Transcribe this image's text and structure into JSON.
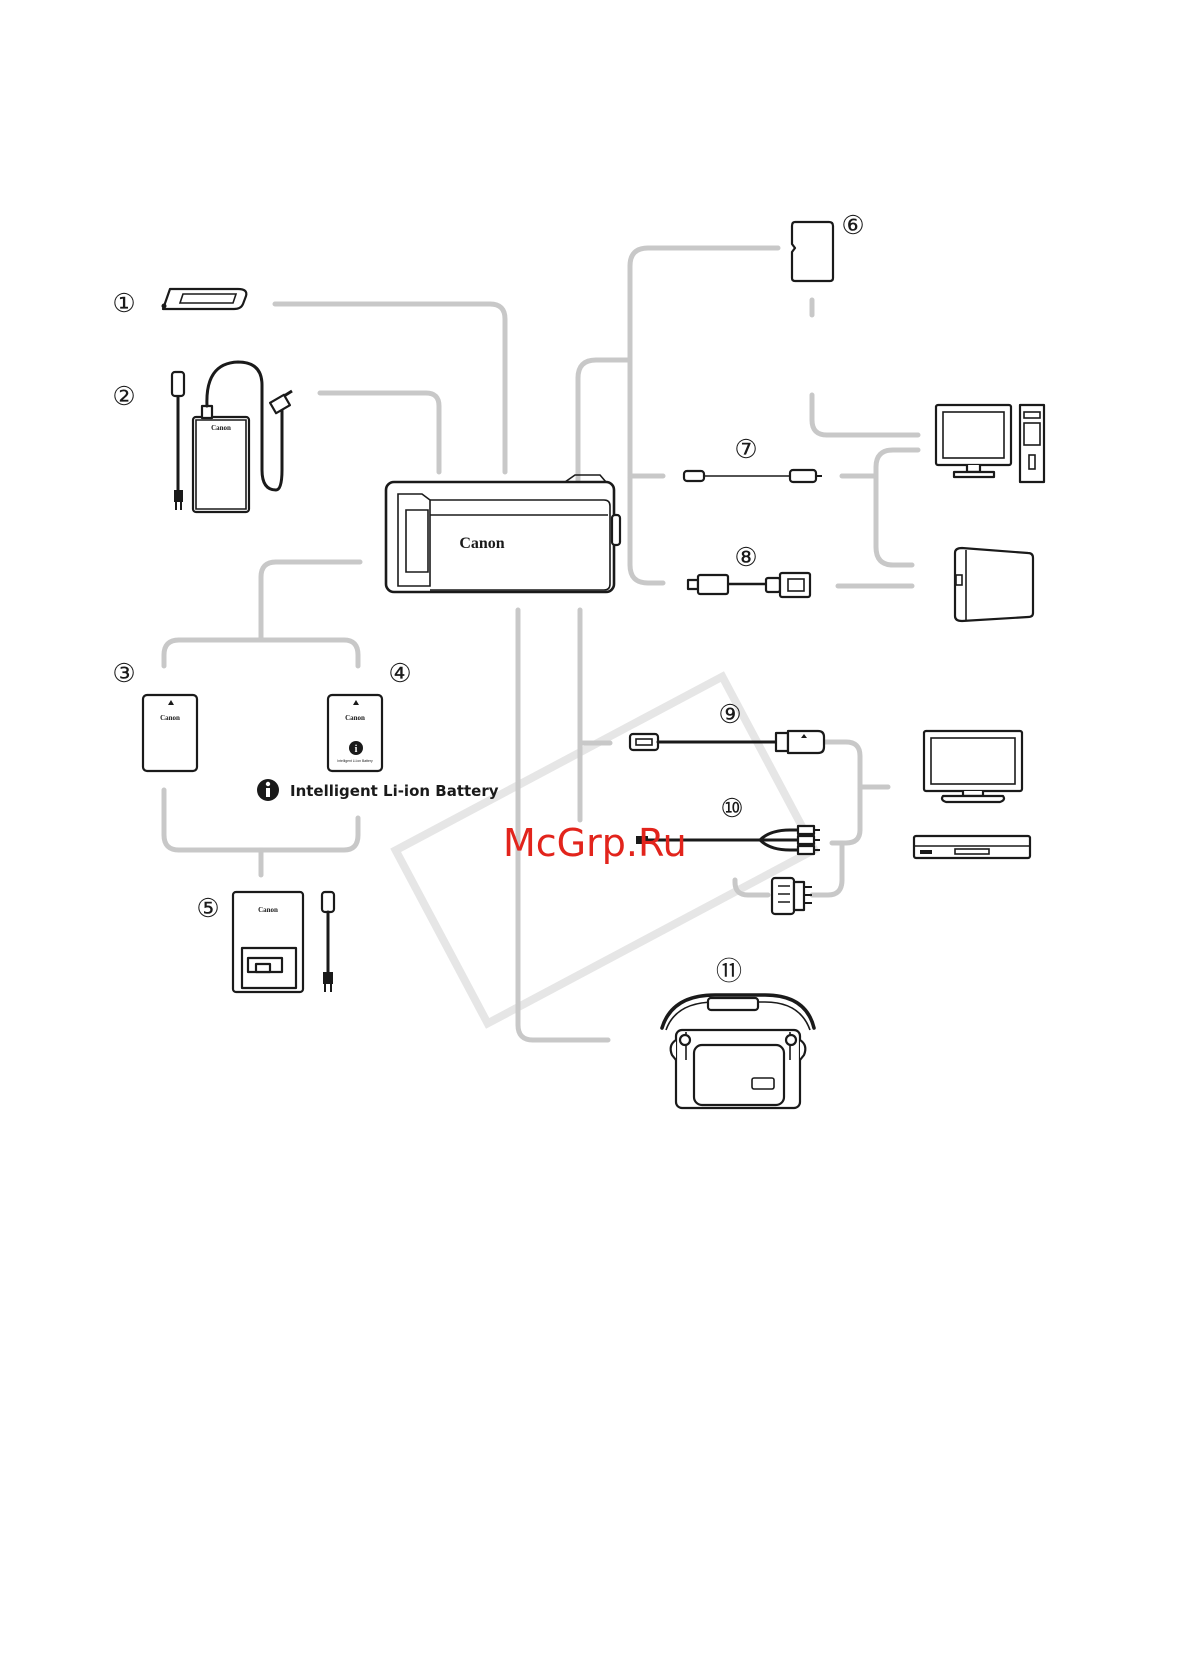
{
  "callouts": [
    {
      "id": "1",
      "label": "①"
    },
    {
      "id": "2",
      "label": "②"
    },
    {
      "id": "3",
      "label": "③"
    },
    {
      "id": "4",
      "label": "④"
    },
    {
      "id": "5",
      "label": "⑤"
    },
    {
      "id": "6",
      "label": "⑥"
    },
    {
      "id": "7",
      "label": "⑦"
    },
    {
      "id": "8",
      "label": "⑧"
    },
    {
      "id": "9",
      "label": "⑨"
    },
    {
      "id": "10",
      "label": "⑩"
    },
    {
      "id": "11",
      "label": "⑪"
    }
  ],
  "brand": {
    "camera_logo": "Canon",
    "adapter_logo": "Canon",
    "battery3_logo": "Canon",
    "battery4_logo": "Canon",
    "battery4_small_text": "Intelligent Li-ion Battery",
    "charger_logo": "Canon"
  },
  "battery_mark": {
    "icon": "info-i-icon",
    "text": "Intelligent Li-ion Battery"
  },
  "watermark": {
    "text": "McGrp.Ru",
    "color": "#e2241c"
  },
  "colors": {
    "connector_lines": "#c8c8c8",
    "outline": "#1a1a1a"
  }
}
